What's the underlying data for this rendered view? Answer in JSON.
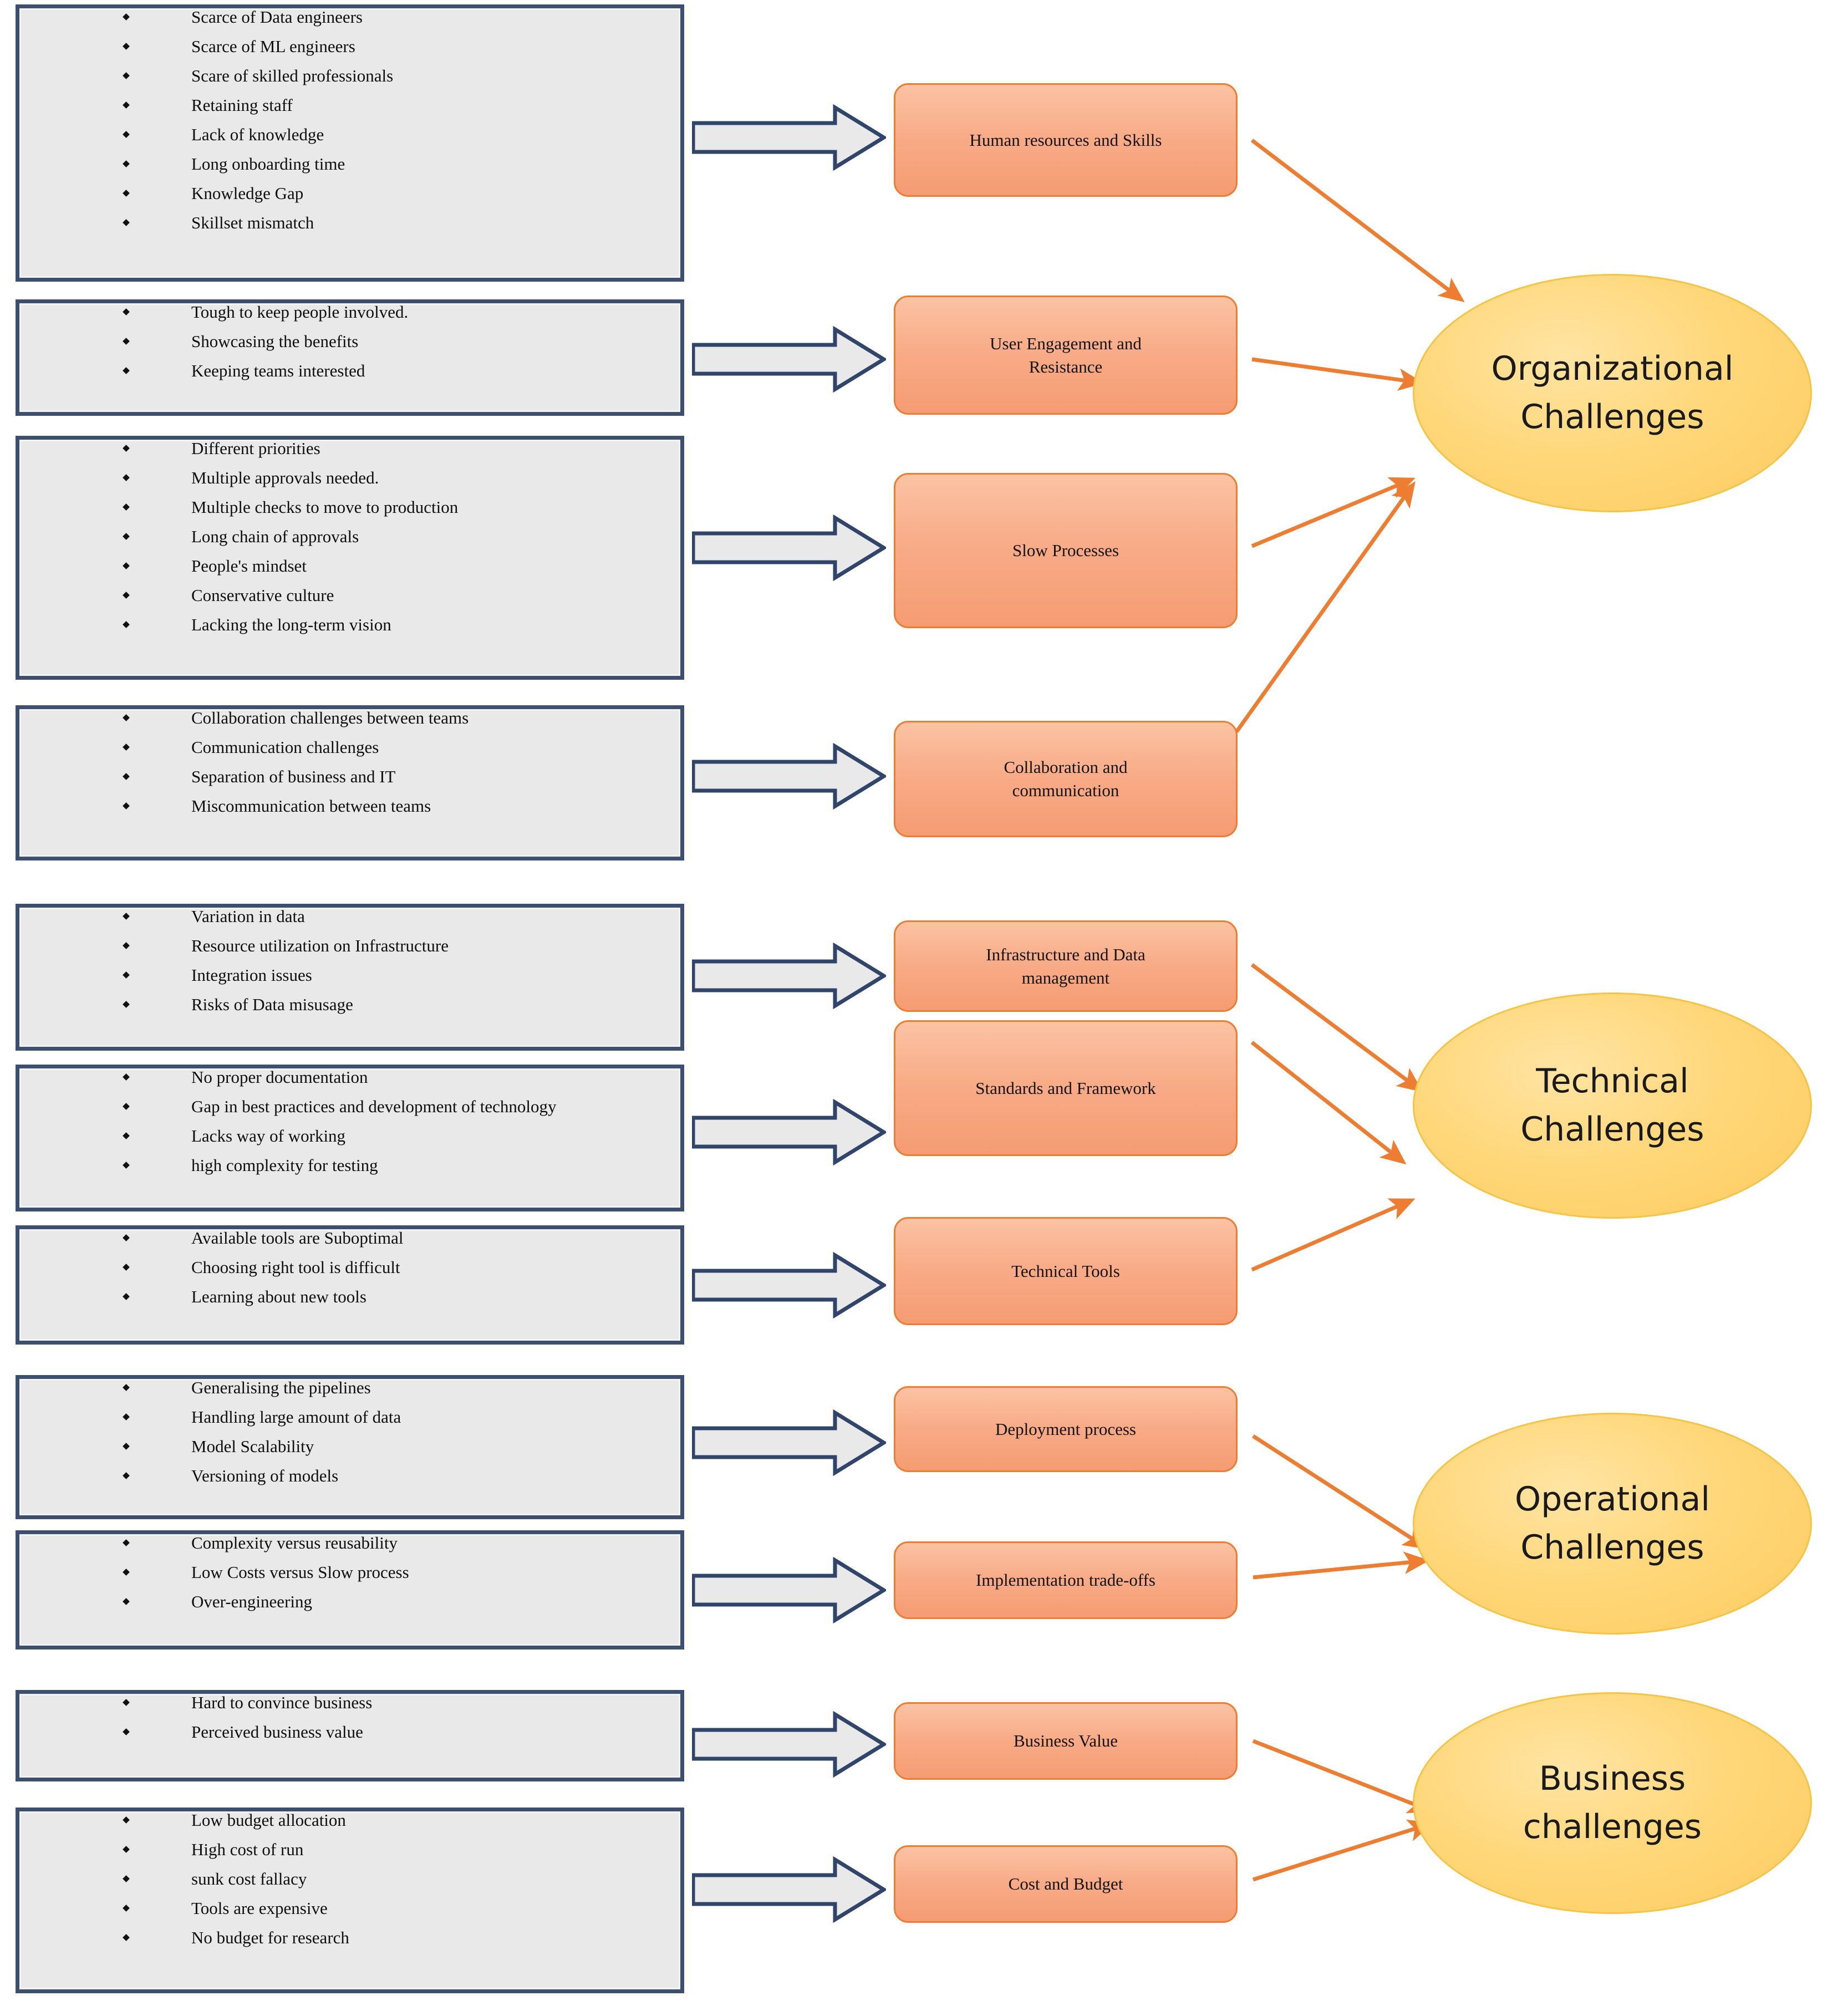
{
  "diagram": {
    "title": "Challenges mapping diagram",
    "colors": {
      "list_box_fill": "#e9e9e9",
      "list_box_border": "#3c4f6e",
      "category_box_fill": "#f8ab87",
      "category_box_border": "#ed7d31",
      "group_ellipse_fill": "#ffd779",
      "group_ellipse_border": "#f6c445",
      "connector": "#ed7d31",
      "block_arrow_fill": "#e9e9e9",
      "block_arrow_border": "#31456b"
    },
    "lists": [
      {
        "id": "human-resources-list",
        "items": [
          "Scarce of Data engineers",
          "Scarce of ML engineers",
          "Scare of skilled professionals",
          "Retaining staff",
          "Lack of knowledge",
          "Long onboarding time",
          "Knowledge Gap",
          "Skillset mismatch"
        ]
      },
      {
        "id": "user-engagement-list",
        "items": [
          "Tough to keep people involved.",
          "Showcasing the benefits",
          "Keeping teams interested"
        ]
      },
      {
        "id": "slow-processes-list",
        "items": [
          "Different priorities",
          "Multiple approvals needed.",
          "Multiple checks to move to production",
          "Long chain of approvals",
          "People's mindset",
          "Conservative culture",
          "Lacking the long-term vision"
        ]
      },
      {
        "id": "collaboration-list",
        "items": [
          "Collaboration challenges between teams",
          "Communication challenges",
          "Separation of business and IT",
          "Miscommunication between teams"
        ]
      },
      {
        "id": "infrastructure-list",
        "items": [
          "Variation in data",
          "Resource utilization on Infrastructure",
          "Integration issues",
          "Risks of Data misusage"
        ]
      },
      {
        "id": "standards-list",
        "items": [
          "No proper documentation",
          "Gap in best practices and development of technology",
          "Lacks way of working",
          "high complexity for testing"
        ]
      },
      {
        "id": "technical-tools-list",
        "items": [
          "Available tools are Suboptimal",
          "Choosing right tool is difficult",
          "Learning about new tools"
        ]
      },
      {
        "id": "deployment-list",
        "items": [
          "Generalising the pipelines",
          "Handling large amount of data",
          "Model Scalability",
          "Versioning of models"
        ]
      },
      {
        "id": "implementation-list",
        "items": [
          "Complexity versus reusability",
          "Low Costs versus Slow process",
          "Over-engineering"
        ]
      },
      {
        "id": "business-value-list",
        "items": [
          "Hard to convince business",
          "Perceived business value"
        ]
      },
      {
        "id": "cost-budget-list",
        "items": [
          "Low budget allocation",
          "High cost of run",
          "sunk cost fallacy",
          "Tools are expensive",
          "No budget for research"
        ]
      }
    ],
    "categories": [
      {
        "id": "human-resources-and-skills",
        "label": "Human resources and Skills"
      },
      {
        "id": "user-engagement-and-resistance",
        "label": "User Engagement and\nResistance"
      },
      {
        "id": "slow-processes",
        "label": "Slow Processes"
      },
      {
        "id": "collaboration-and-communication",
        "label": "Collaboration and\ncommunication"
      },
      {
        "id": "infrastructure-and-data-management",
        "label": "Infrastructure and Data\nmanagement"
      },
      {
        "id": "standards-and-framework",
        "label": "Standards and Framework"
      },
      {
        "id": "technical-tools",
        "label": "Technical Tools"
      },
      {
        "id": "deployment-process",
        "label": "Deployment process"
      },
      {
        "id": "implementation-trade-offs",
        "label": "Implementation trade-offs"
      },
      {
        "id": "business-value",
        "label": "Business Value"
      },
      {
        "id": "cost-and-budget",
        "label": "Cost and Budget"
      }
    ],
    "groups": [
      {
        "id": "organizational-challenges",
        "line1": "Organizational",
        "line2": "Challenges"
      },
      {
        "id": "technical-challenges",
        "line1": "Technical",
        "line2": "Challenges"
      },
      {
        "id": "operational-challenges",
        "line1": "Operational",
        "line2": "Challenges"
      },
      {
        "id": "business-challenges",
        "line1": "Business",
        "line2": "challenges"
      }
    ]
  }
}
